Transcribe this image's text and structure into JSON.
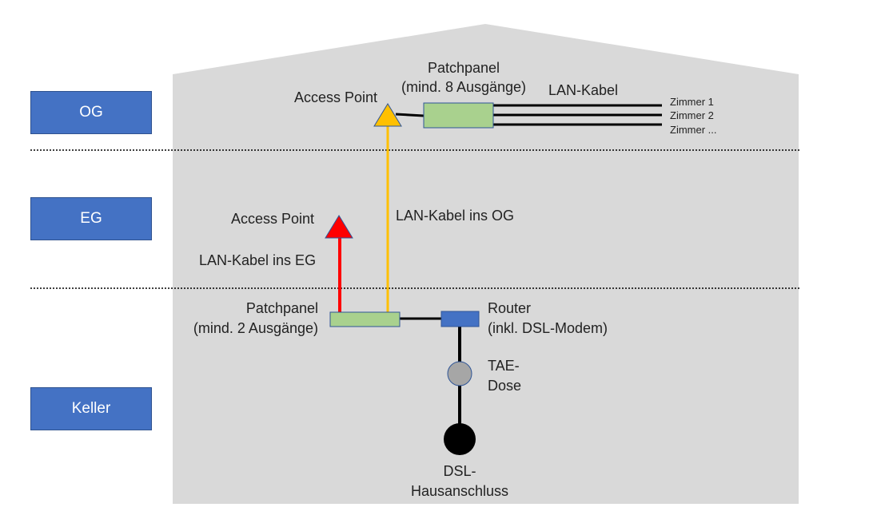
{
  "floors": {
    "og": "OG",
    "eg": "EG",
    "keller": "Keller"
  },
  "og": {
    "access_point": "Access Point",
    "patchpanel_title": "Patchpanel",
    "patchpanel_sub": "(mind. 8 Ausgänge)",
    "lan_kabel": "LAN-Kabel",
    "rooms": [
      "Zimmer 1",
      "Zimmer 2",
      "Zimmer ..."
    ]
  },
  "eg": {
    "access_point": "Access Point",
    "lan_kabel_eg": "LAN-Kabel ins EG",
    "lan_kabel_og": "LAN-Kabel ins OG"
  },
  "keller": {
    "patchpanel_title": "Patchpanel",
    "patchpanel_sub": "(mind. 2 Ausgänge)",
    "router_title": "Router",
    "router_sub": "(inkl. DSL-Modem)",
    "tae_line1": "TAE-",
    "tae_line2": "Dose",
    "dsl_line1": "DSL-",
    "dsl_line2": "Hausanschluss"
  },
  "colors": {
    "house": "#d9d9d9",
    "floor_button": "#4472c4",
    "patchpanel": "#a9d18e",
    "router": "#4472c4",
    "cable_og": "#ffc000",
    "cable_eg": "#ff0000",
    "tae": "#a6a6a6"
  }
}
